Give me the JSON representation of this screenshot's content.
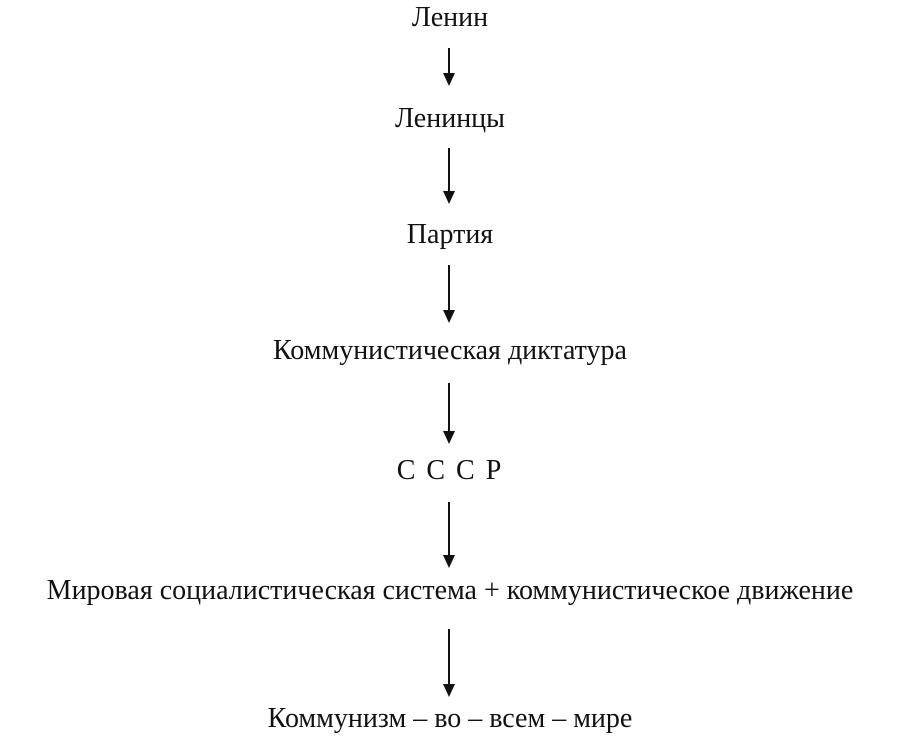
{
  "diagram": {
    "description": "Vertical flow diagram of communist hierarchy/expansion",
    "language": "ru",
    "nodes": [
      {
        "label": "Ленин"
      },
      {
        "label": "Ленинцы"
      },
      {
        "label": "Партия"
      },
      {
        "label": "Коммунистическая диктатура"
      },
      {
        "label": "С С С Р"
      },
      {
        "label": "Мировая социалистическая система + коммунистическое движение"
      },
      {
        "label": "Коммунизм – во – всем – мире"
      }
    ],
    "connector": "down-arrow",
    "colors": {
      "background": "#ffffff",
      "text": "#111111",
      "arrow": "#111111"
    }
  }
}
